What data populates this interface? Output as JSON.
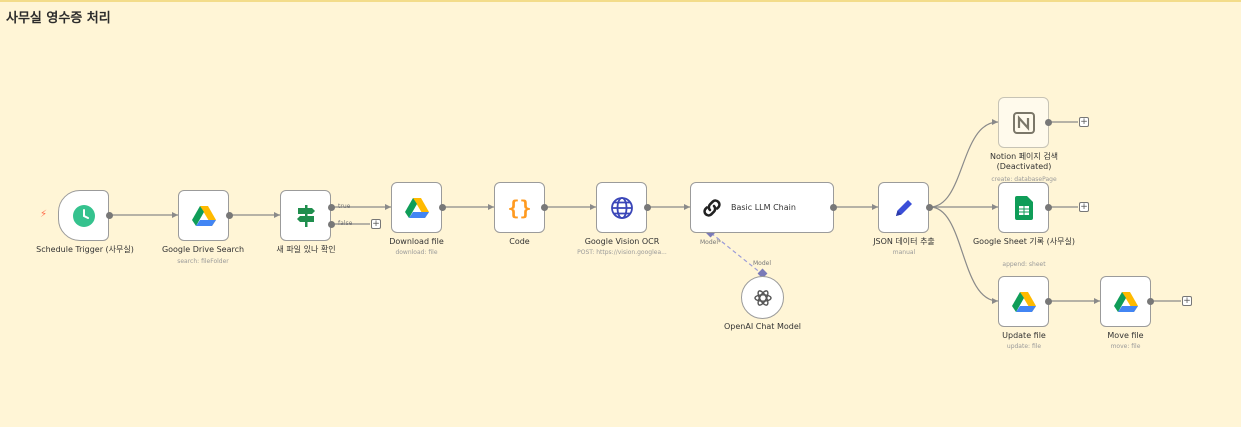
{
  "workflow_title": "사무실 영수증 처리",
  "colors": {
    "canvas": "#fff5d6",
    "edge": "#8a8a8a",
    "accent_trigger": "#ff6b4a"
  },
  "nodes": {
    "schedule": {
      "label": "Schedule Trigger (사무실)",
      "icon": "clock-icon"
    },
    "drive_search": {
      "label": "Google Drive Search",
      "sub": "search: fileFolder",
      "icon": "google-drive-icon"
    },
    "if_check": {
      "label": "새 파일 있나 확인",
      "icon": "signpost-icon"
    },
    "download": {
      "label": "Download file",
      "sub": "download: file",
      "icon": "google-drive-icon"
    },
    "code": {
      "label": "Code",
      "icon": "curly-braces-icon"
    },
    "vision": {
      "label": "Google Vision OCR",
      "sub": "POST: https://vision.googlea...",
      "icon": "globe-icon"
    },
    "llm": {
      "label": "Basic LLM Chain",
      "icon": "chain-link-icon"
    },
    "openai": {
      "label": "OpenAI Chat Model",
      "icon": "openai-icon"
    },
    "json": {
      "label": "JSON 데이터 추출",
      "sub": "manual",
      "icon": "pencil-icon"
    },
    "notion": {
      "label": "Notion 페이지 검색 (Deactivated)",
      "sub": "create: databasePage",
      "icon": "notion-icon"
    },
    "sheet": {
      "label": "Google Sheet 기록 (사무실)",
      "sub": "append: sheet",
      "icon": "google-sheets-icon"
    },
    "update": {
      "label": "Update file",
      "sub": "update: file",
      "icon": "google-drive-icon"
    },
    "move": {
      "label": "Move file",
      "sub": "move: file",
      "icon": "google-drive-icon"
    }
  },
  "branch_labels": {
    "true": "true",
    "false": "false"
  },
  "model_labels": {
    "llm_input": "Model*",
    "openai_output": "Model"
  },
  "add_button": "+"
}
